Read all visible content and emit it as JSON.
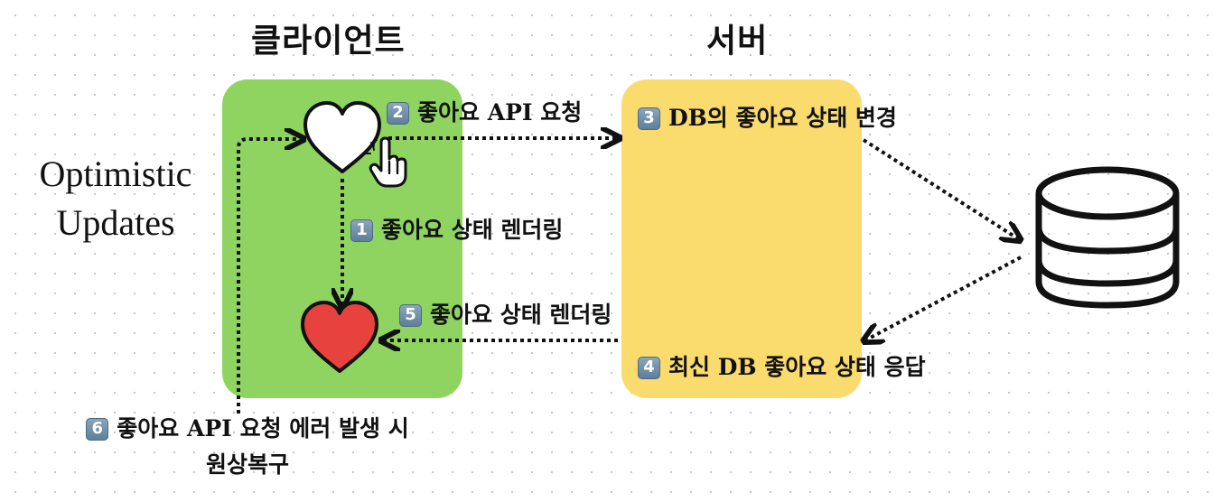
{
  "headers": {
    "client": "클라이언트",
    "server": "서버"
  },
  "side_title": {
    "line1": "Optimistic",
    "line2": "Updates"
  },
  "colors": {
    "client_box": "#8fd460",
    "server_box": "#fadb6e",
    "heart_filled": "#e8423f",
    "heart_empty": "#ffffff",
    "arrow": "#111111"
  },
  "steps": [
    {
      "num": "1",
      "label": "좋아요 상태 렌더링"
    },
    {
      "num": "2",
      "label": "좋아요 API 요청"
    },
    {
      "num": "3",
      "label": "DB의 좋아요 상태 변경"
    },
    {
      "num": "4",
      "label": "최신 DB 좋아요 상태 응답"
    },
    {
      "num": "5",
      "label": "좋아요 상태 렌더링"
    },
    {
      "num": "6",
      "label": "좋아요 API 요청 에러 발생 시",
      "label2": "원상복구"
    }
  ],
  "icons": {
    "heart_empty": "heart-outline-icon",
    "heart_filled": "heart-filled-icon",
    "cursor": "pointer-hand-icon",
    "database": "database-icon"
  }
}
